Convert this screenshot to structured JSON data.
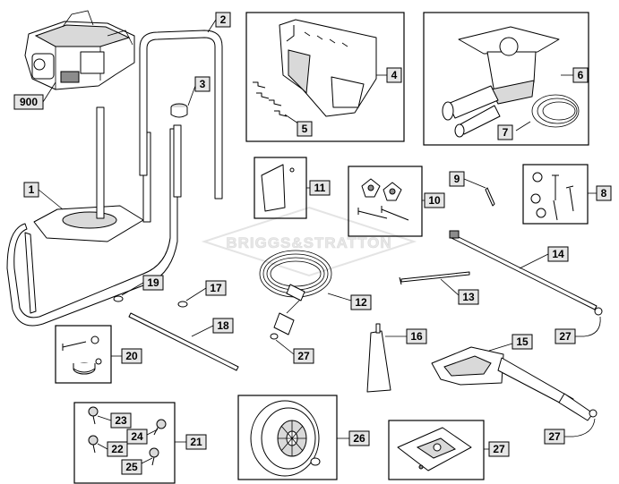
{
  "watermark": {
    "text": "BRIGGS&STRATTON"
  },
  "callouts": {
    "c1": "1",
    "c2": "2",
    "c3": "3",
    "c4": "4",
    "c5": "5",
    "c6": "6",
    "c7": "7",
    "c8": "8",
    "c9": "9",
    "c10": "10",
    "c11": "11",
    "c12": "12",
    "c13": "13",
    "c14": "14",
    "c15": "15",
    "c16": "16",
    "c17": "17",
    "c18": "18",
    "c19": "19",
    "c20": "20",
    "c21": "21",
    "c22": "22",
    "c23": "23",
    "c24": "24",
    "c25": "25",
    "c26": "26",
    "c27a": "27",
    "c27b": "27",
    "c27c": "27",
    "c27d": "27",
    "c900": "900"
  }
}
